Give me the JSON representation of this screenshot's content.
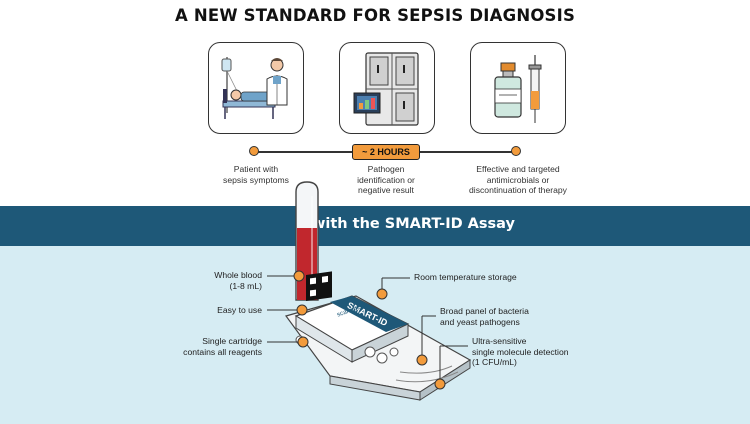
{
  "title": "A NEW STANDARD FOR SEPSIS DIAGNOSIS",
  "steps": [
    {
      "label_lines": [
        "Patient with",
        "sepsis symptoms"
      ],
      "icon": "patient-bed-doctor-icon"
    },
    {
      "label_lines": [
        "Pathogen",
        "identification or",
        "negative result"
      ],
      "icon": "diagnostic-instrument-icon"
    },
    {
      "label_lines": [
        "Effective and targeted",
        "antimicrobials or",
        "discontinuation of therapy"
      ],
      "icon": "vial-syringe-icon"
    }
  ],
  "time_badge": "~ 2 HOURS",
  "band_title": "with the SMART-ID Assay",
  "callouts_left": [
    {
      "lines": [
        "Whole blood",
        "(1-8 mL)"
      ]
    },
    {
      "lines": [
        "Easy to use"
      ]
    },
    {
      "lines": [
        "Single cartridge",
        "contains all reagents"
      ]
    }
  ],
  "callouts_right": [
    {
      "lines": [
        "Room temperature storage"
      ]
    },
    {
      "lines": [
        "Broad panel of bacteria",
        "and yeast pathogens"
      ]
    },
    {
      "lines": [
        "Ultra-sensitive",
        "single molecule detection",
        "(1 CFU/mL)"
      ]
    }
  ],
  "cartridge": {
    "brand": "SMART-ID",
    "maker": "scanogen"
  },
  "colors": {
    "band": "#1e5878",
    "lower_bg": "#d6ecf3",
    "accent": "#f29b3c",
    "blood": "#c1272d"
  }
}
